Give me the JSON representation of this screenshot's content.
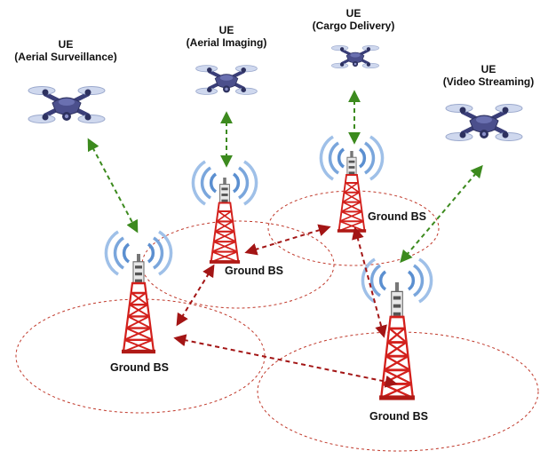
{
  "colors": {
    "drone_body": "#4b4f8c",
    "drone_rotor": "#cfd8ee",
    "tower_red": "#d3201c",
    "signal_blue": "#5b8fd0",
    "link_green": "#3c8a1e",
    "backhaul_red": "#a31515",
    "coverage_red": "#c0392b"
  },
  "icons": {
    "drone": "quadcopter-drone-icon",
    "tower": "cell-tower-icon",
    "signal": "radio-waves-icon"
  },
  "ues": [
    {
      "title": "UE",
      "role": "(Aerial Surveillance)"
    },
    {
      "title": "UE",
      "role": "(Aerial Imaging)"
    },
    {
      "title": "UE",
      "role": "(Cargo Delivery)"
    },
    {
      "title": "UE",
      "role": "(Video Streaming)"
    }
  ],
  "base_stations": [
    {
      "label": "Ground BS"
    },
    {
      "label": "Ground BS"
    },
    {
      "label": "Ground BS"
    },
    {
      "label": "Ground BS"
    }
  ],
  "links": {
    "access": [
      "UE-1 to BS-1",
      "UE-2 to BS-2",
      "UE-3 to BS-3",
      "UE-4 to BS-4"
    ],
    "backhaul": [
      "BS-2 to BS-3",
      "BS-1 to BS-2",
      "BS-1 to BS-4",
      "BS-3 to BS-4"
    ]
  }
}
